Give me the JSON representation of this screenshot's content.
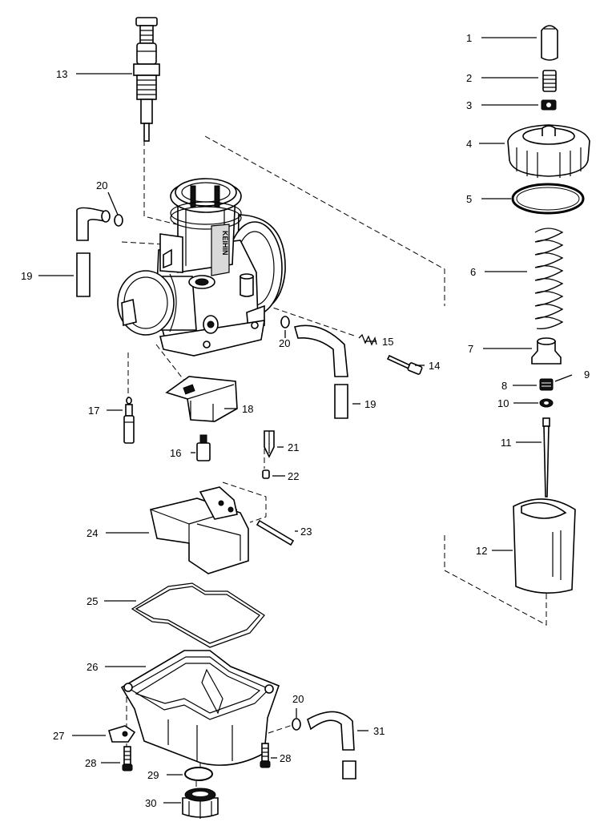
{
  "callouts": [
    {
      "id": "c1",
      "text": "1"
    },
    {
      "id": "c2",
      "text": "2"
    },
    {
      "id": "c3",
      "text": "3"
    },
    {
      "id": "c4",
      "text": "4"
    },
    {
      "id": "c5",
      "text": "5"
    },
    {
      "id": "c6",
      "text": "6"
    },
    {
      "id": "c7",
      "text": "7"
    },
    {
      "id": "c8",
      "text": "8"
    },
    {
      "id": "c9",
      "text": "9"
    },
    {
      "id": "c10",
      "text": "10"
    },
    {
      "id": "c11",
      "text": "11"
    },
    {
      "id": "c12",
      "text": "12"
    },
    {
      "id": "c13",
      "text": "13"
    },
    {
      "id": "c14",
      "text": "14"
    },
    {
      "id": "c15",
      "text": "15"
    },
    {
      "id": "c16",
      "text": "16"
    },
    {
      "id": "c17",
      "text": "17"
    },
    {
      "id": "c18",
      "text": "18"
    },
    {
      "id": "c19a",
      "text": "19"
    },
    {
      "id": "c19b",
      "text": "19"
    },
    {
      "id": "c20a",
      "text": "20"
    },
    {
      "id": "c20b",
      "text": "20"
    },
    {
      "id": "c20c",
      "text": "20"
    },
    {
      "id": "c21",
      "text": "21"
    },
    {
      "id": "c22",
      "text": "22"
    },
    {
      "id": "c23",
      "text": "23"
    },
    {
      "id": "c24",
      "text": "24"
    },
    {
      "id": "c25",
      "text": "25"
    },
    {
      "id": "c26",
      "text": "26"
    },
    {
      "id": "c27",
      "text": "27"
    },
    {
      "id": "c28a",
      "text": "28"
    },
    {
      "id": "c28b",
      "text": "28"
    },
    {
      "id": "c29",
      "text": "29"
    },
    {
      "id": "c30",
      "text": "30"
    },
    {
      "id": "c31",
      "text": "31"
    }
  ],
  "body_lettering": "KEIHIN"
}
